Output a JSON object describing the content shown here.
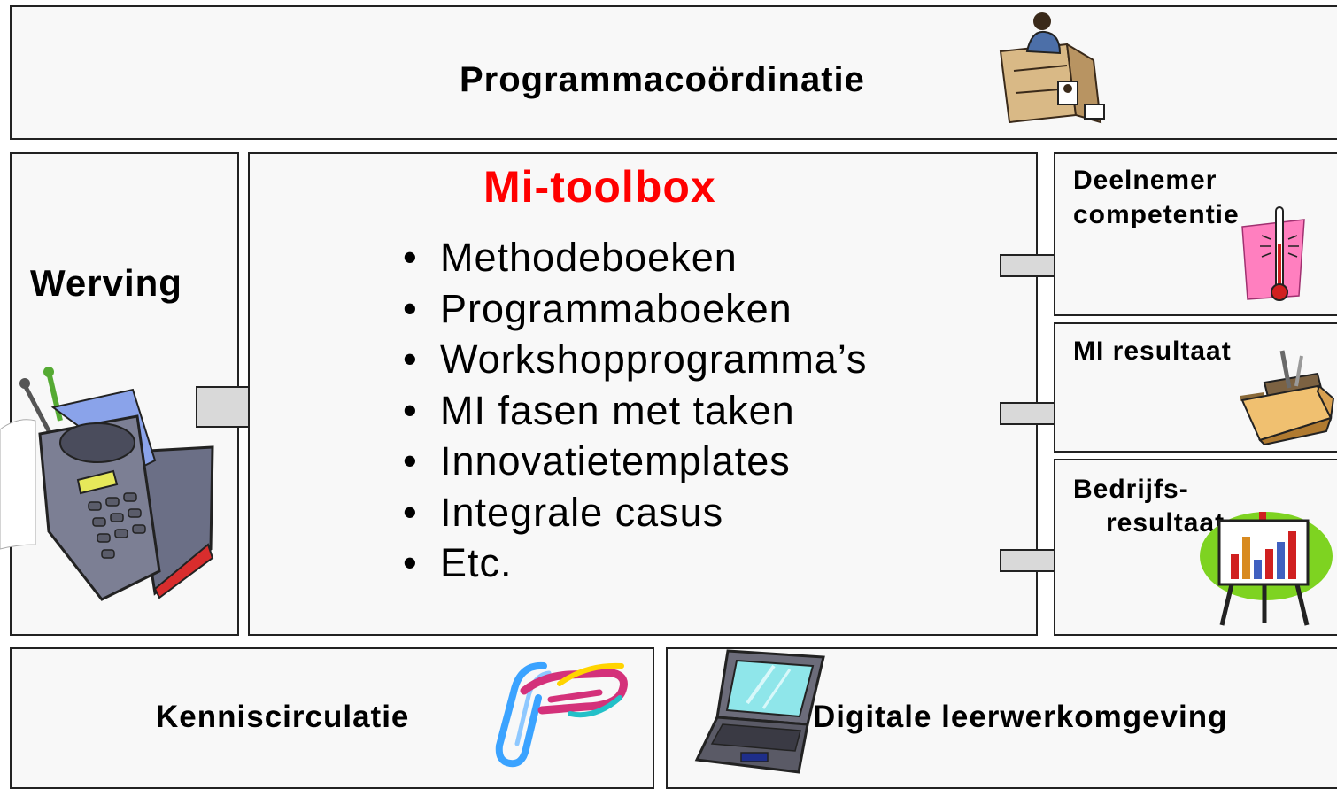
{
  "top": {
    "title": "Programmacoördinatie",
    "icon": "desk-worker-icon"
  },
  "left": {
    "title": "Werving",
    "icon": "mobile-phone-icon"
  },
  "center": {
    "title": "Mi-toolbox",
    "title_color": "#ff0000",
    "items": [
      "Methodeboeken",
      "Programmaboeken",
      "Workshopprogramma’s",
      "MI fasen met taken",
      "Innovatietemplates",
      "Integrale casus",
      "Etc."
    ]
  },
  "right": {
    "deelnemer": {
      "line1": "Deelnemer",
      "line2": "competentie",
      "icon": "thermometer-icon"
    },
    "mi_resultaat": {
      "label": "MI resultaat",
      "icon": "toolbox-icon"
    },
    "bedrijfs": {
      "line1": "Bedrijfs-",
      "line2": "resultaat",
      "icon": "chart-easel-icon"
    }
  },
  "bottom": {
    "left": {
      "title": "Kenniscirculatie",
      "icon": "paperclip-chain-icon"
    },
    "right": {
      "title": "Digitale leerwerkomgeving",
      "icon": "laptop-icon"
    }
  }
}
